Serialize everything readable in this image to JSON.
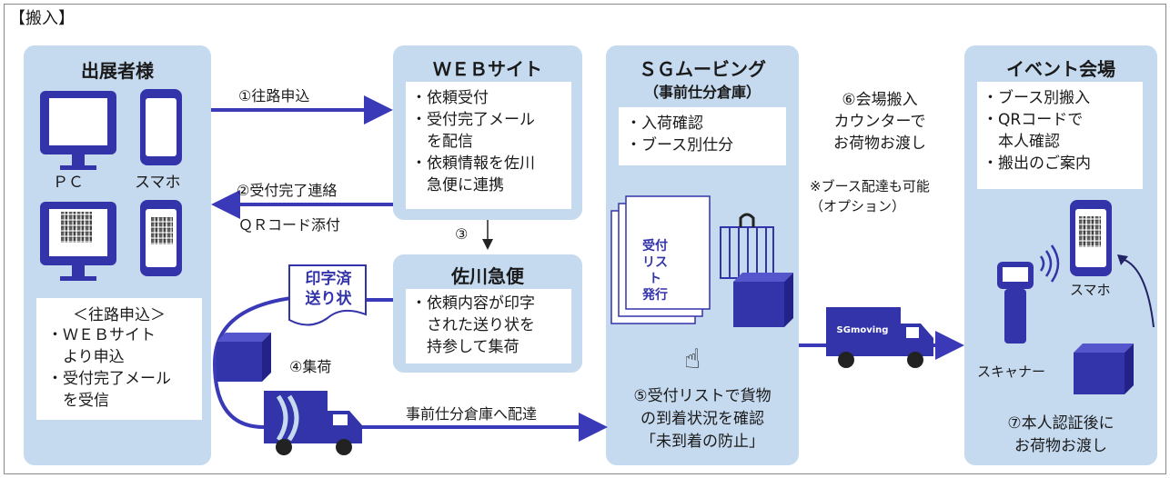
{
  "header": {
    "section_label": "【搬入】"
  },
  "exhibitor": {
    "title": "出展者様",
    "pc_label": "ＰＣ",
    "phone_label": "スマホ",
    "note_title": "＜往路申込＞",
    "notes": [
      "・ＷＥＢサイト",
      "　より申込",
      "・受付完了メール",
      "　を受信"
    ]
  },
  "web": {
    "title": "ＷＥＢサイト",
    "items": [
      "・依頼受付",
      "・受付完了メール",
      "　を配信",
      "・依頼情報を佐川",
      "　急便に連携"
    ]
  },
  "sagawa": {
    "title": "佐川急便",
    "items": [
      "・依頼内容が印字",
      "　された送り状を",
      "　持参して集荷"
    ],
    "slip_lines": [
      "印字済",
      "送り状"
    ]
  },
  "sg": {
    "title": "ＳＧムービング",
    "subtitle": "（事前仕分倉庫）",
    "items": [
      "・入荷確認",
      "・ブース別仕分"
    ],
    "sheet_lines": [
      "受付",
      "リスト",
      "発行"
    ],
    "caption_lines": [
      "⑤受付リストで貨物",
      "の到着状況を確認",
      "「未到着の防止」"
    ]
  },
  "event": {
    "title": "イベント会場",
    "items": [
      "・ブース別搬入",
      "・QRコードで",
      "　本人確認",
      "・搬出のご案内"
    ],
    "phone_label": "スマホ",
    "scanner_label": "スキャナー",
    "caption_lines": [
      "⑦本人認証後に",
      "お荷物お渡し"
    ]
  },
  "flow": {
    "step1": "①往路申込",
    "step2_line1": "②受付完了連絡",
    "step2_line2": "ＱＲコード添付",
    "step3": "③",
    "step4": "④集荷",
    "deliver": "事前仕分倉庫へ配達",
    "step6_lines": [
      "⑥会場搬入",
      "カウンターで",
      "お荷物お渡し"
    ],
    "option_lines": [
      "※ブース配達も可能",
      "（オプション）"
    ],
    "truck_text": "SGmoving"
  },
  "colors": {
    "panel": "#c5d9ef",
    "arrow": "#3a3ab8",
    "device": "#3333aa",
    "text": "#1a1a1a"
  }
}
